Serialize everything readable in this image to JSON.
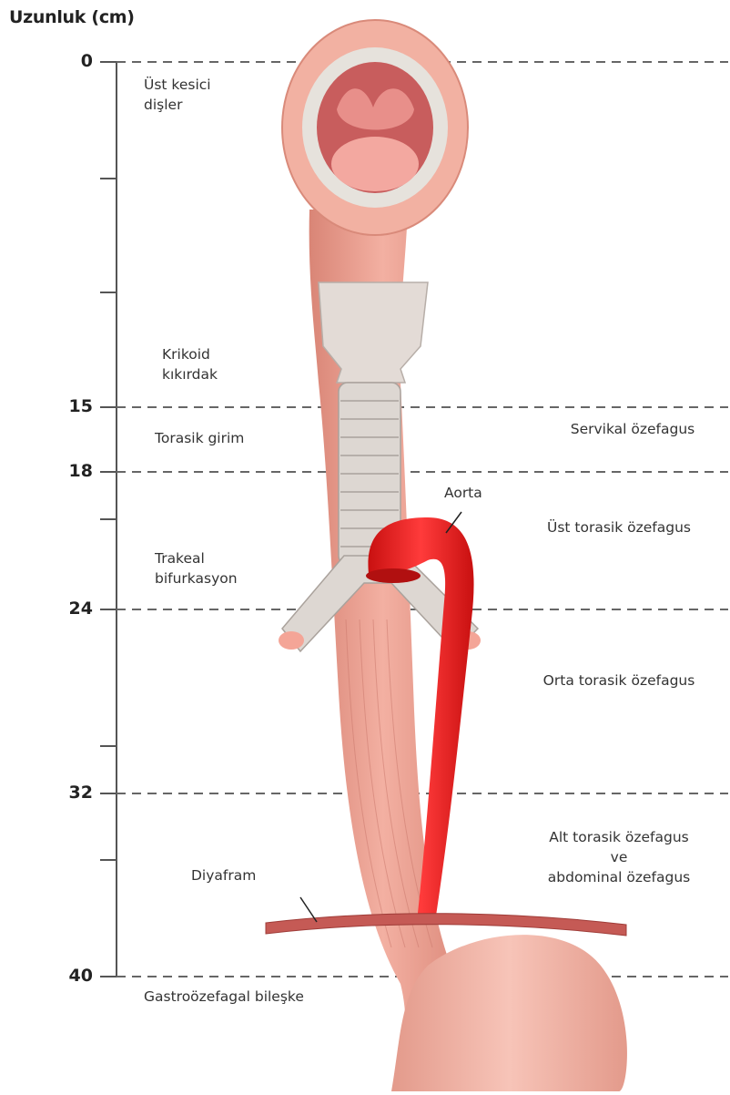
{
  "axis": {
    "title": "Uzunluk (cm)",
    "tick_values": [
      "0",
      "15",
      "18",
      "24",
      "32",
      "40"
    ]
  },
  "labels": {
    "upper_incisors": "Üst kesici\ndişler",
    "cricoid": "Krikoid\nkıkırdak",
    "thoracic_inlet": "Torasik girim",
    "tracheal_bifurcation": "Trakeal\nbifurkasyon",
    "diaphragm": "Diyafram",
    "gej": "Gastroözefagal bileşke",
    "aorta": "Aorta",
    "cervical": "Servikal özefagus",
    "upper_thoracic": "Üst torasik özefagus",
    "mid_thoracic": "Orta torasik özefagus",
    "lower_thoracic": "Alt torasik özefagus\nve\nabdominal özefagus"
  },
  "colors": {
    "esophagus": "#eea091",
    "esophagus_dark": "#d97f72",
    "aorta": "#ee2222",
    "trachea": "#d9d4d0",
    "mouth": "#f4b7a8",
    "teeth": "#f5f5f0",
    "axis": "#555555",
    "dashed": "#666666"
  }
}
